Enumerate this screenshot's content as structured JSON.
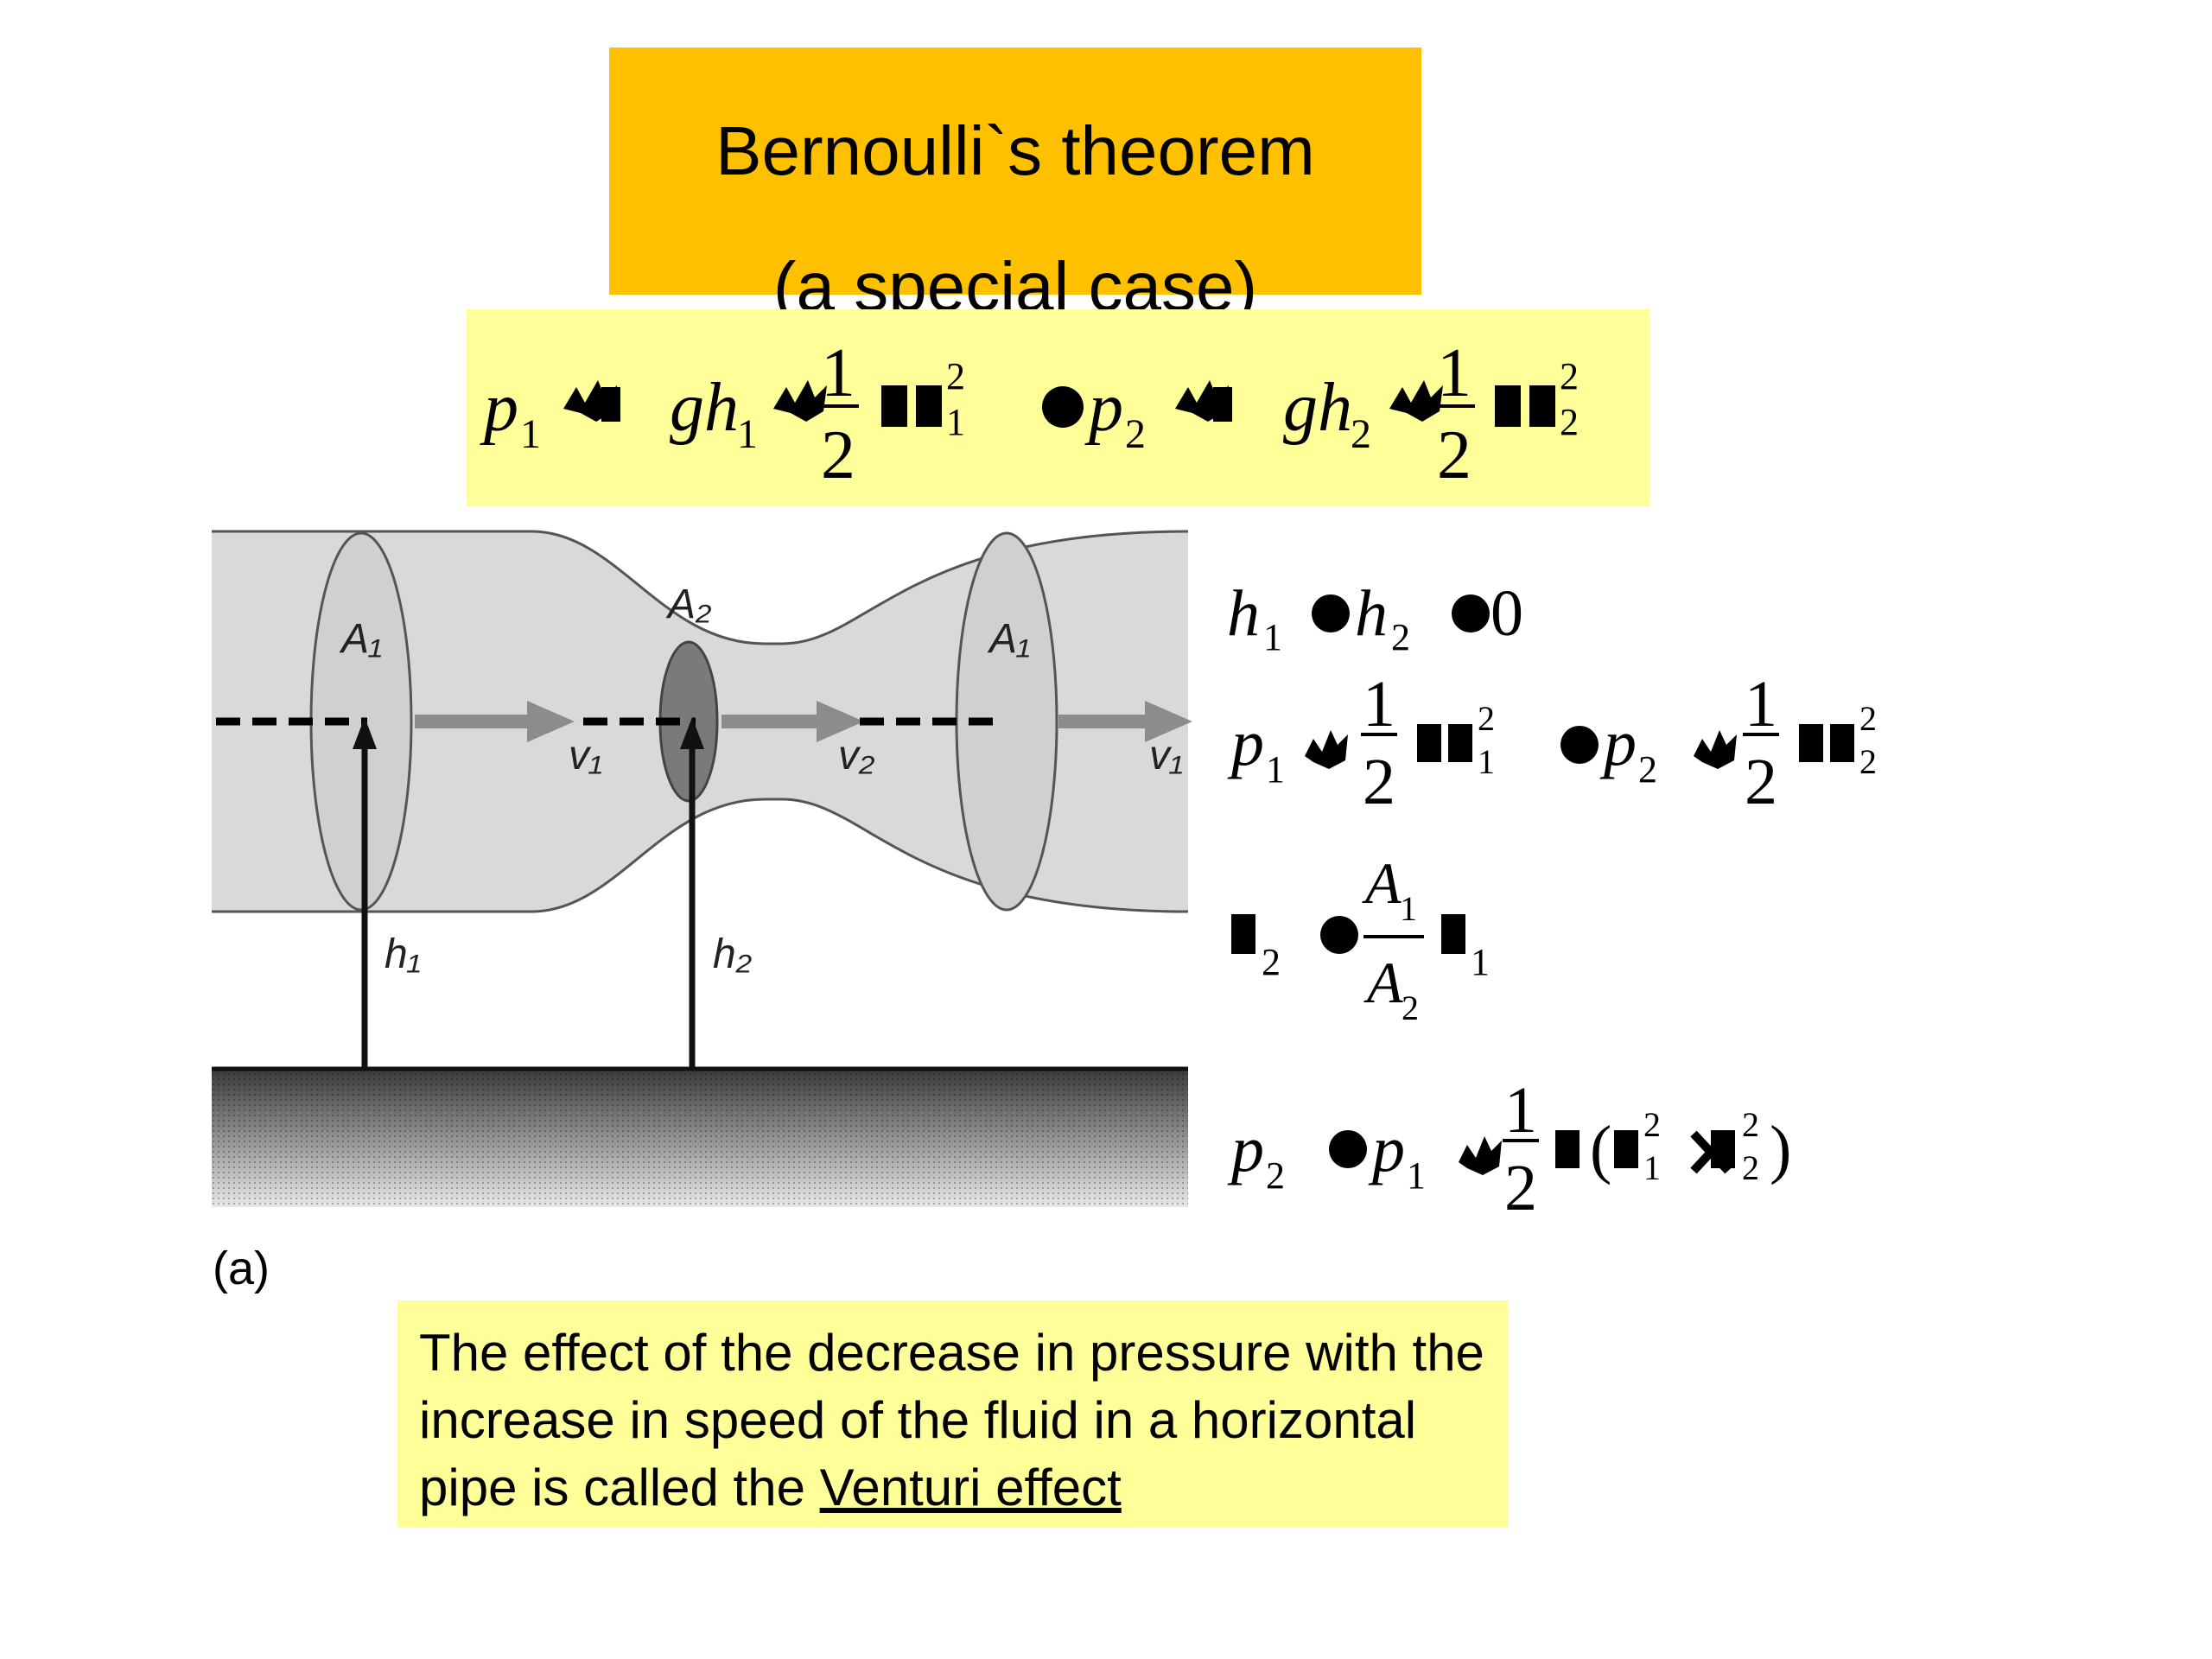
{
  "title": {
    "line1": "Bernoulli`s theorem",
    "line2": "(a special case)"
  },
  "diagram": {
    "labels": {
      "a1_left": "A₁",
      "a2": "A₂",
      "a1_right": "A₁",
      "v1_left": "v₁",
      "v2": "v₂",
      "v1_right": "v₁",
      "h1": "h₁",
      "h2": "h₂"
    },
    "figure_label": "(a)"
  },
  "caption": {
    "text_before": "The effect of the decrease in pressure with the increase in speed of the fluid in a horizontal pipe is called the ",
    "link_text": "Venturi effect"
  },
  "colors": {
    "title_bg": "#ffc000",
    "highlight_bg": "#ffff99",
    "pipe_fill": "#d9d9d9",
    "throat_fill": "#7a7a7a"
  }
}
